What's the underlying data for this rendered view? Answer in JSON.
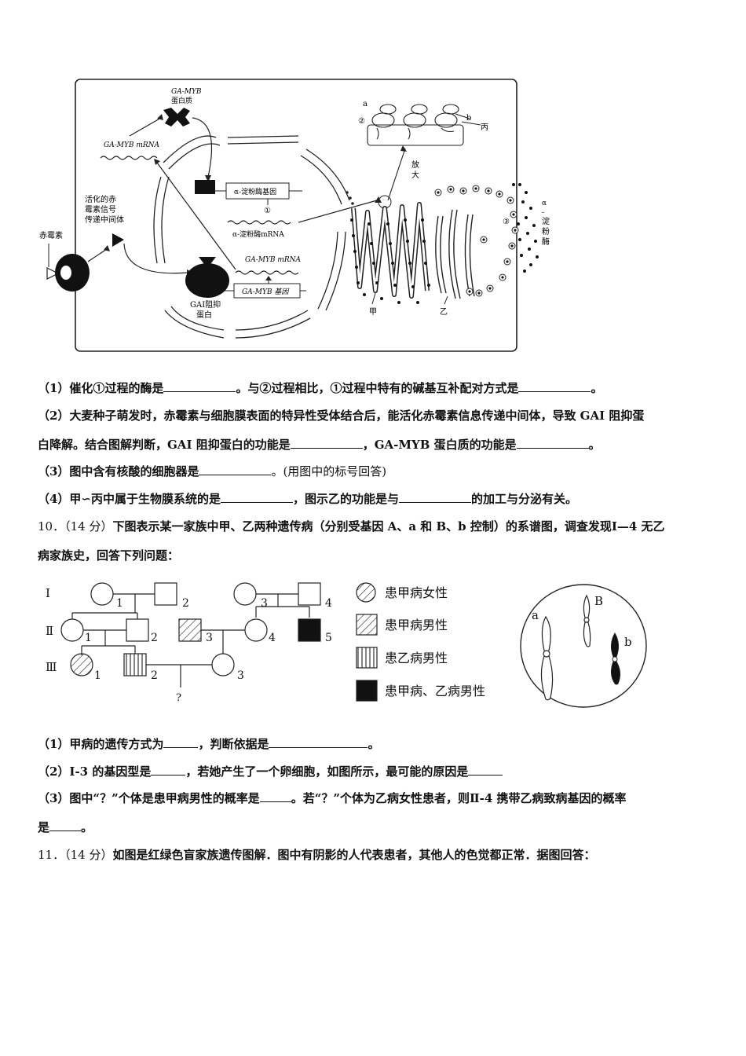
{
  "cell_diagram": {
    "labels": {
      "ga_myb_protein_l1": "GA-MYB",
      "ga_myb_protein_l2": "蛋白质",
      "ga_myb_mrna_left": "GA-MYB mRNA",
      "activated_l1": "活化的赤",
      "activated_l2": "霉素信号",
      "activated_l3": "传递中间体",
      "gibberellin": "赤霉素",
      "amylase_gene": "α-淀粉酶基因",
      "circle1": "①",
      "amylase_mrna": "α-淀粉酶mRNA",
      "ga_myb_mrna_center": "GA-MYB mRNA",
      "ga_myb_gene": "GA-MYB 基因",
      "gai_l1": "GAI阻抑",
      "gai_l2": "蛋白",
      "a": "a",
      "circle2": "②",
      "b": "b",
      "bing": "丙",
      "enlarge_l1": "放",
      "enlarge_l2": "大",
      "circle3": "③",
      "amylase_l1": "α",
      "amylase_l2": "-",
      "amylase_l3": "淀",
      "amylase_l4": "粉",
      "amylase_l5": "酶",
      "jia": "甲",
      "yi": "乙"
    }
  },
  "questions_9": [
    {
      "p1": "（1）催化①过程的酶是",
      "p2": "。与②过程相比，①过程中特有的碱基互补配对方式是",
      "p3": "。"
    },
    {
      "text": "（2）大麦种子萌发时，赤霉素与细胞膜表面的特异性受体结合后，能活化赤霉素信息传递中间体，导致 GAI 阻抑蛋"
    },
    {
      "p1": "白降解。结合图解判断，GAI 阻抑蛋白的功能是",
      "p2": "，GA-MYB 蛋白质的功能是",
      "p3": "。"
    },
    {
      "p1": "（3）图中含有核酸的细胞器是",
      "p2": "。(用图中的标号回答)"
    },
    {
      "p1": "（4）甲∽丙中属于生物膜系统的是",
      "p2": "，图示乙的功能是与",
      "p3": "的加工与分泌有关。"
    }
  ],
  "q10": {
    "line1_pre": "10．（14 分）",
    "line1": "下图表示某一家族中甲、乙两种遗传病（分别受基因 A、a 和 B、b 控制）的系谱图，调查发现Ⅰ—4 无乙",
    "line2": "病家族史，回答下列问题："
  },
  "pedigree": {
    "generations": [
      "Ⅰ",
      "Ⅱ",
      "Ⅲ"
    ],
    "numbers": {
      "g1": [
        "1",
        "2",
        "3",
        "4"
      ],
      "g2": [
        "1",
        "2",
        "3",
        "4",
        "5"
      ],
      "g3": [
        "1",
        "2",
        "3"
      ]
    },
    "question_mark": "?",
    "legend": [
      "患甲病女性",
      "患甲病男性",
      "患乙病男性",
      "患甲病、乙病男性"
    ],
    "chromosome_labels": [
      "a",
      "B",
      "b"
    ]
  },
  "questions_10": [
    {
      "p1": "（1）甲病的遗传方式为",
      "p2": "，判断依据是",
      "p3": "。"
    },
    {
      "p1": "（2）Ⅰ-3 的基因型是",
      "p2": "，若她产生了一个卵细胞，如图所示，最可能的原因是",
      "p3": ""
    },
    {
      "p1": "（3）图中“？”个体是患甲病男性的概率是",
      "p2": "。若“？”个体为乙病女性患者，则Ⅱ-4 携带乙病致病基因的概率"
    },
    {
      "p1": "是",
      "p2": "。"
    }
  ],
  "q11": {
    "pre": "11．（14 分）",
    "text": "如图是红绿色盲家族遗传图解．图中有阴影的人代表患者，其他人的色觉都正常．据图回答："
  }
}
